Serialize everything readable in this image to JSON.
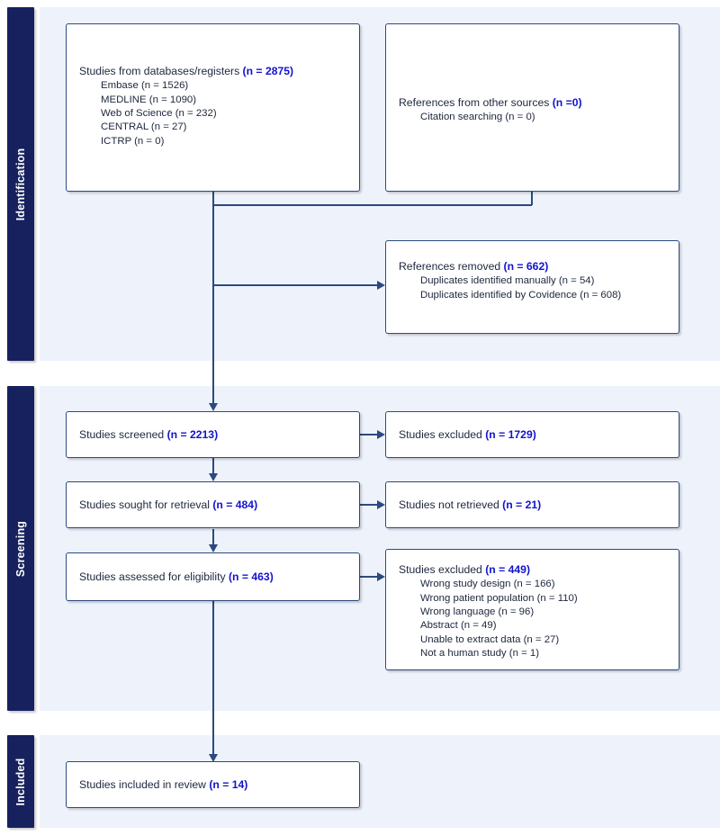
{
  "diagram": {
    "type": "prisma-flow-diagram",
    "accent_color": "#1313cf",
    "band_color": "#16215e",
    "border_color": "#2c4a7f",
    "panel_color": "#eef2fb",
    "text_color": "#20293f"
  },
  "phases": [
    {
      "label": "Identification"
    },
    {
      "label": "Screening"
    },
    {
      "label": "Included"
    }
  ],
  "boxes": {
    "databases": {
      "headline_text": "Studies from databases/registers ",
      "headline_count": "(n = 2875)",
      "items": [
        "Embase (n = 1526)",
        "MEDLINE (n = 1090)",
        "Web of Science (n = 232)",
        "CENTRAL (n = 27)",
        "ICTRP (n = 0)"
      ]
    },
    "other_sources": {
      "headline_text": "References from other sources ",
      "headline_count": "(n =0)",
      "items": [
        "Citation searching (n = 0)"
      ]
    },
    "references_removed": {
      "headline_text": "References removed ",
      "headline_count": "(n = 662)",
      "items": [
        "Duplicates identified manually (n = 54)",
        "Duplicates identified by Covidence (n = 608)"
      ]
    },
    "screened": {
      "headline_text": "Studies screened ",
      "headline_count": "(n = 2213)"
    },
    "excluded_screened": {
      "headline_text": "Studies excluded ",
      "headline_count": "(n = 1729)"
    },
    "sought_retrieval": {
      "headline_text": "Studies sought for retrieval ",
      "headline_count": "(n = 484)"
    },
    "not_retrieved": {
      "headline_text": "Studies not retrieved ",
      "headline_count": "(n = 21)"
    },
    "assessed_eligibility": {
      "headline_text": "Studies assessed for eligibility ",
      "headline_count": "(n = 463)"
    },
    "excluded_eligibility": {
      "headline_text": "Studies excluded ",
      "headline_count": "(n = 449)",
      "items": [
        "Wrong study design (n = 166)",
        "Wrong patient population (n = 110)",
        "Wrong language (n = 96)",
        "Abstract (n = 49)",
        "Unable to extract data (n = 27)",
        "Not a human study (n = 1)"
      ]
    },
    "included_review": {
      "headline_text": "Studies included in review ",
      "headline_count": "(n = 14)"
    }
  }
}
